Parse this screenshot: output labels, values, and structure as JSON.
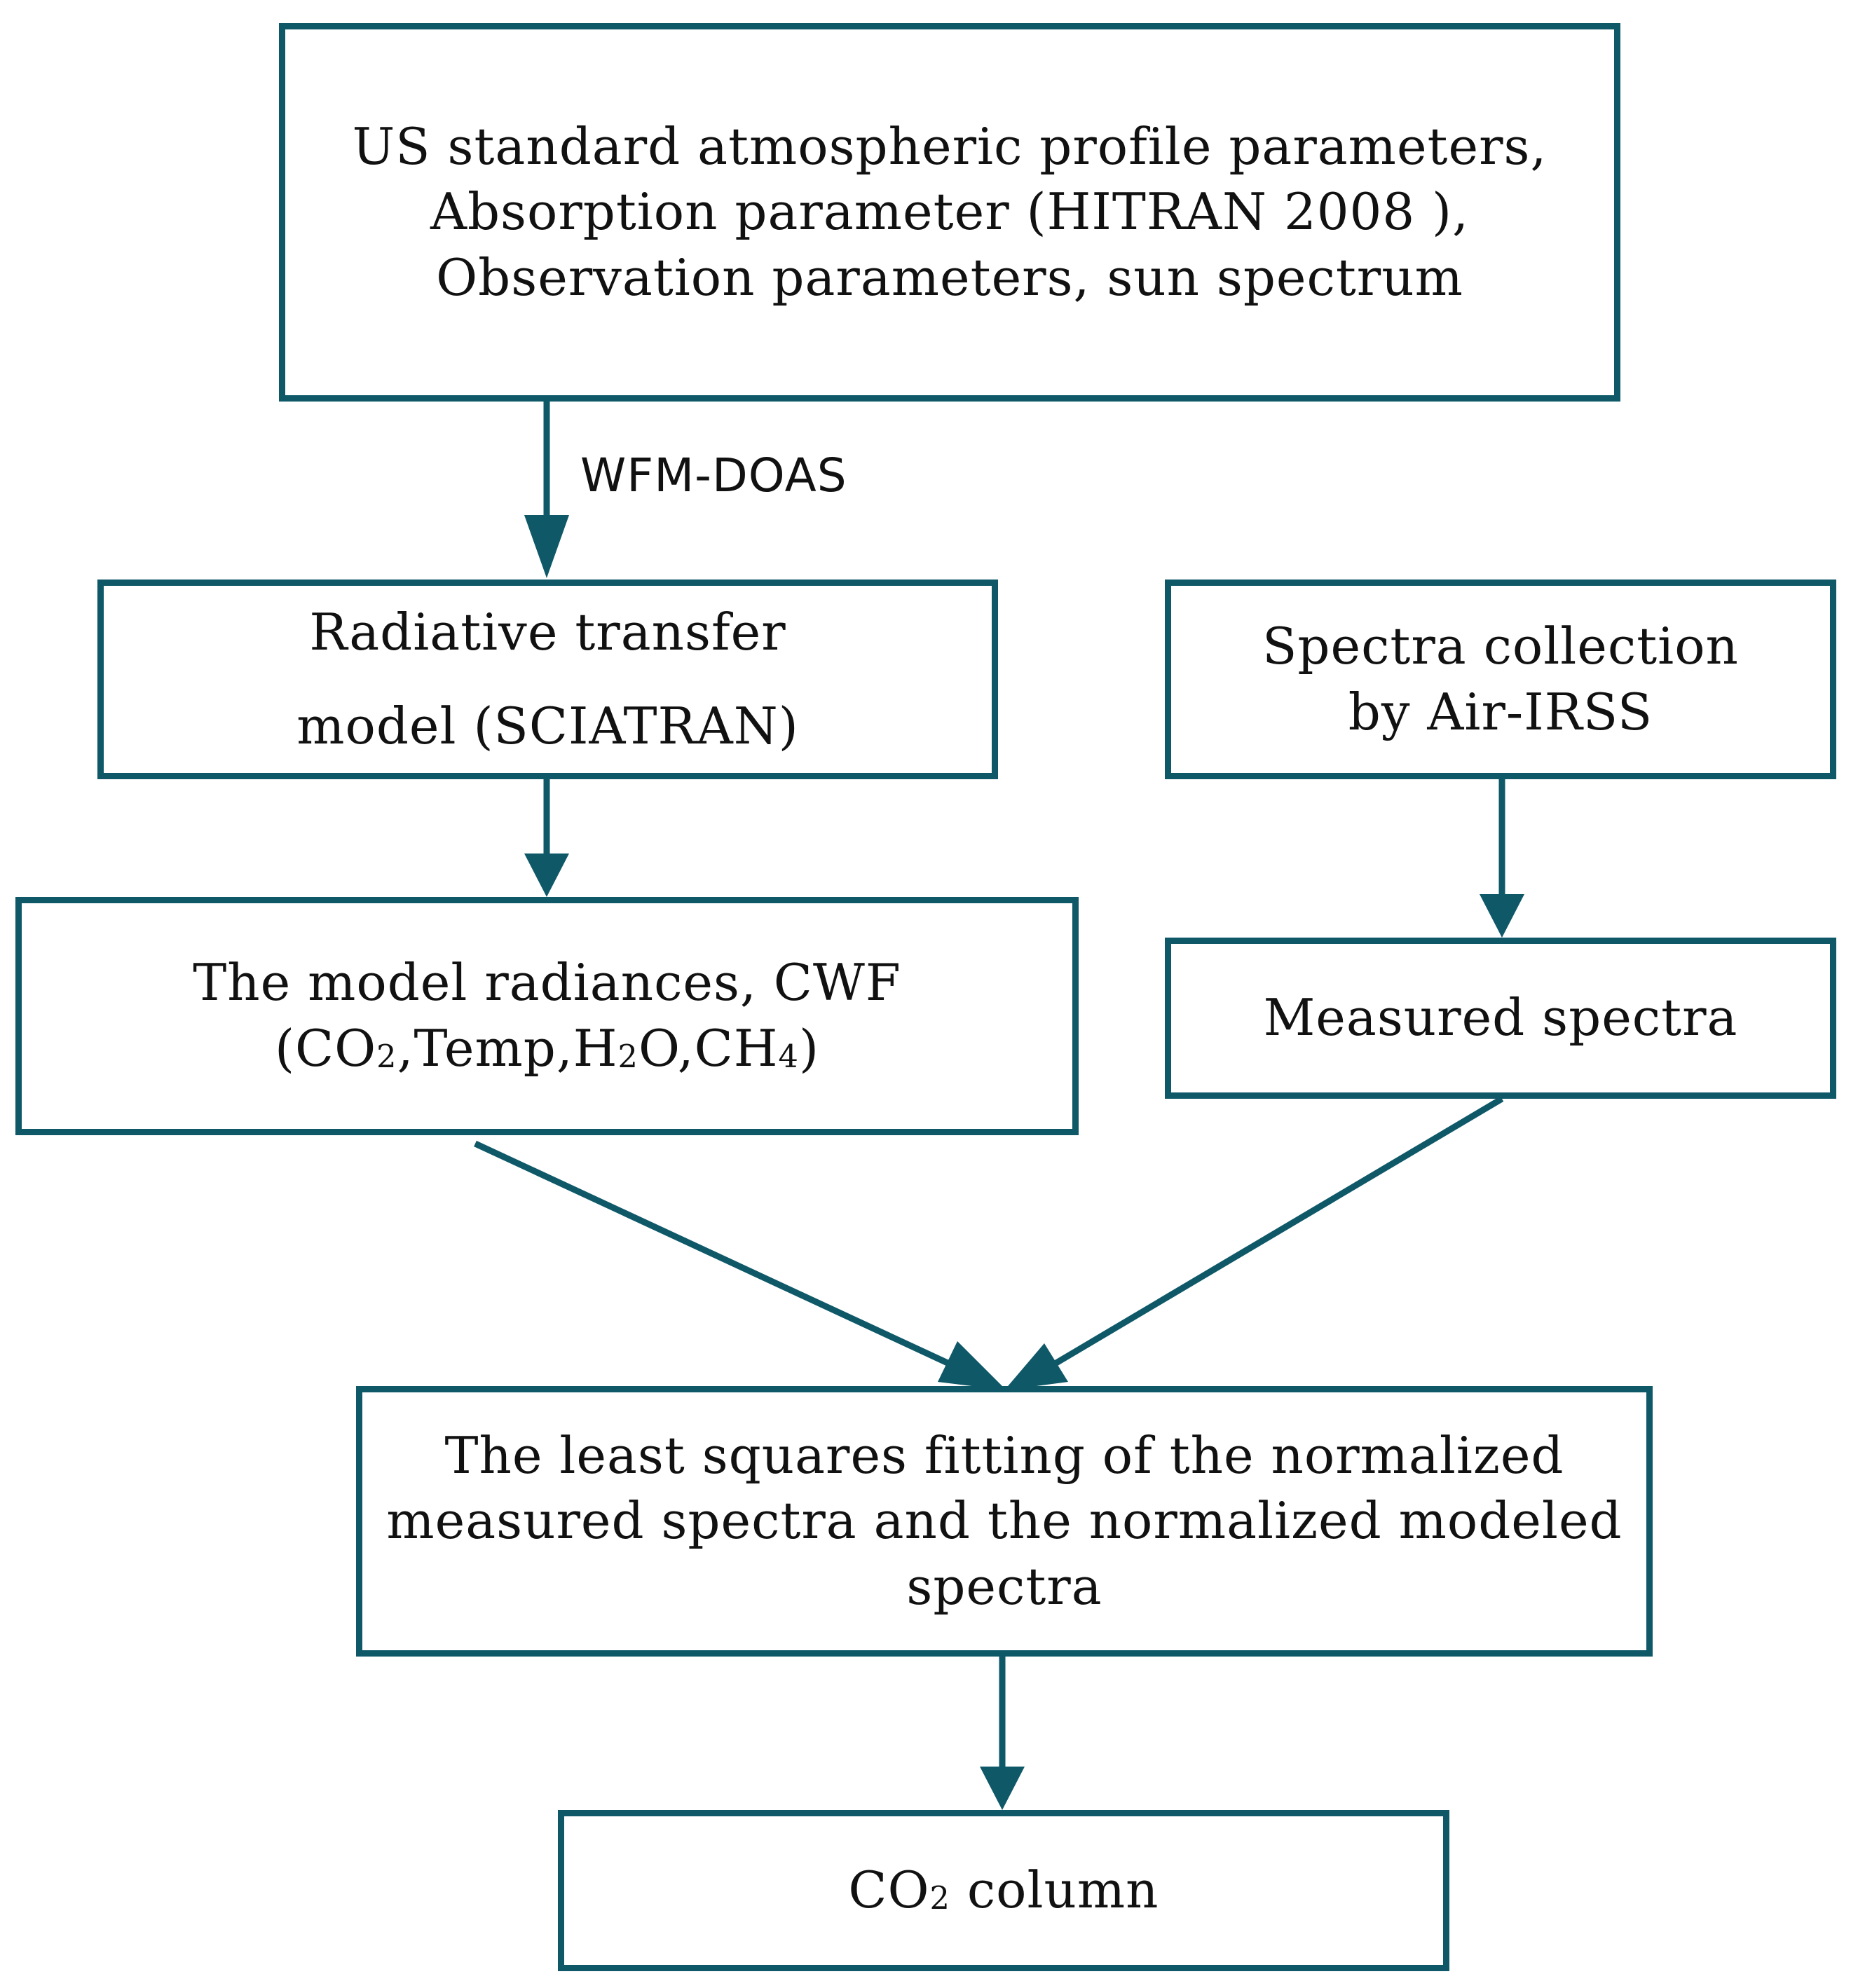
{
  "diagram": {
    "nodes": {
      "inputs": {
        "lines": [
          "US standard atmospheric profile parameters,",
          "Absorption parameter (HITRAN 2008 ),",
          "Observation parameters, sun spectrum"
        ]
      },
      "rtm": {
        "lines": [
          "Radiative transfer",
          "model (SCIATRAN)"
        ]
      },
      "spectra_collection": {
        "lines": [
          "Spectra collection",
          "by  Air-IRSS"
        ]
      },
      "radiances": {
        "line1": "The model radiances, CWF",
        "line2": {
          "open": "(CO",
          "sub1": "2",
          "mid1": ",Temp,H",
          "sub2": "2",
          "mid2": "O,CH",
          "sub3": "4",
          "close": ")"
        }
      },
      "measured": {
        "lines": [
          "Measured spectra"
        ]
      },
      "fitting": {
        "lines": [
          "The least squares fitting of the normalized",
          "measured spectra and the normalized modeled",
          "spectra"
        ]
      },
      "co2_column": {
        "pre": "CO",
        "sub": "2",
        "post": " column"
      }
    },
    "edge_labels": {
      "wfm": "WFM-DOAS"
    },
    "colors": {
      "stroke": "#0e5868",
      "text": "#111111",
      "background": "#ffffff"
    }
  }
}
